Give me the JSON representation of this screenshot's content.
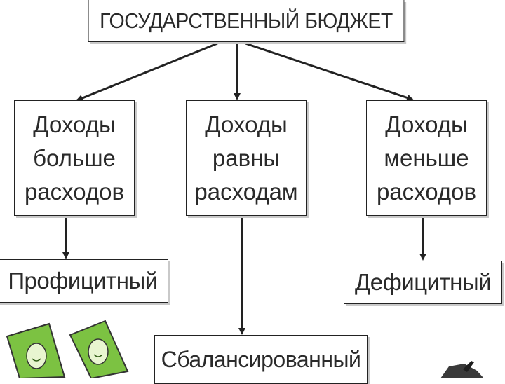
{
  "title": "ГОСУДАРСТВЕННЫЙ БЮДЖЕТ",
  "conditions": [
    {
      "line1": "Доходы",
      "line2": "больше",
      "line3": "расходов"
    },
    {
      "line1": "Доходы",
      "line2": "равны",
      "line3": "расходам"
    },
    {
      "line1": "Доходы",
      "line2": "меньше",
      "line3": "расходов"
    }
  ],
  "results": {
    "left": "Профицитный",
    "middle": "Сбалансированный",
    "right": "Дефицитный"
  },
  "colors": {
    "stroke": "#222222",
    "text": "#2a2a2a",
    "money": "#7cc242"
  }
}
